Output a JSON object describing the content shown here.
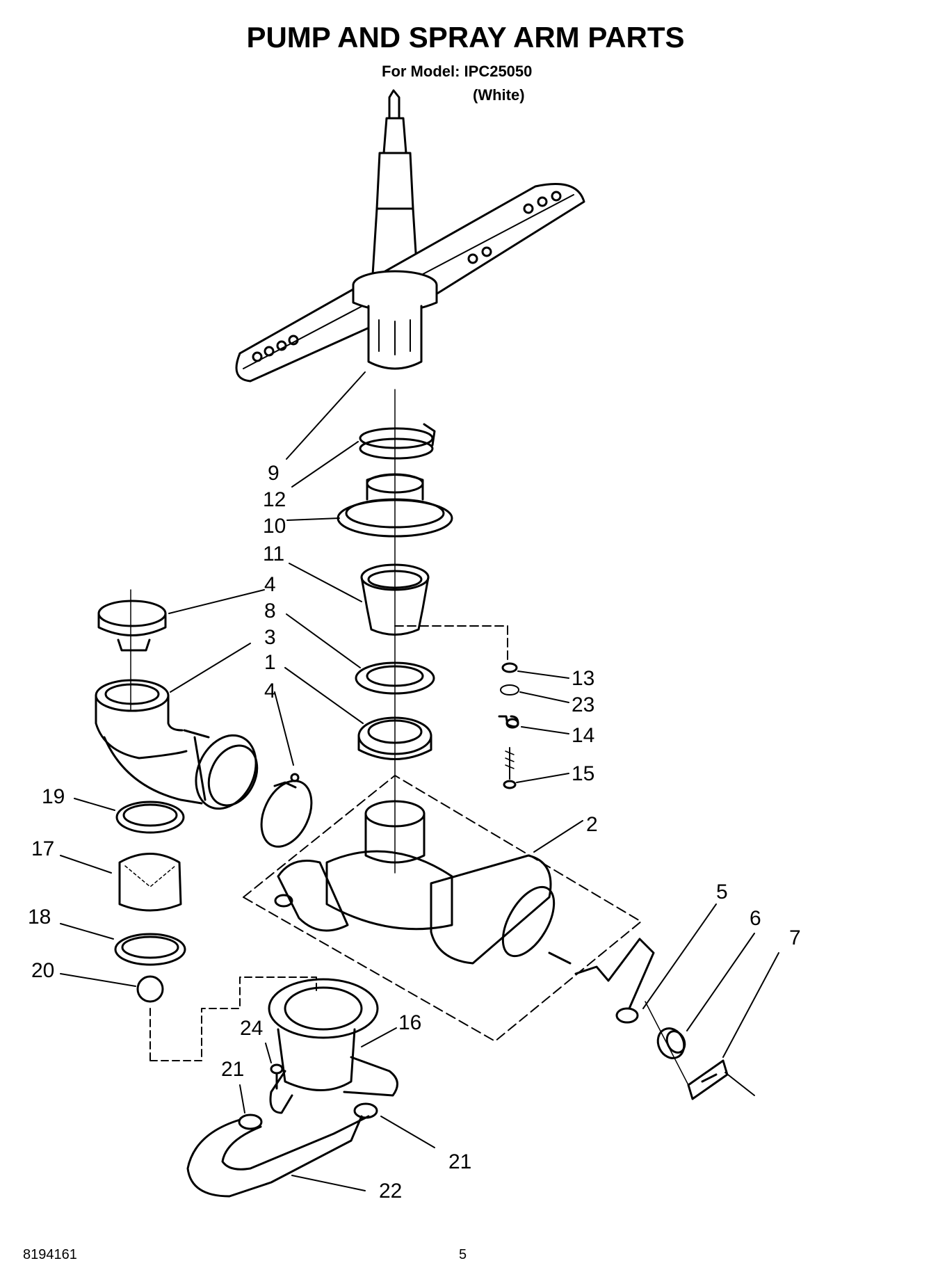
{
  "header": {
    "title": "PUMP AND SPRAY ARM PARTS",
    "model_line": "For Model: IPC25050",
    "color_line": "(White)"
  },
  "callouts": [
    "9",
    "12",
    "10",
    "11",
    "4",
    "8",
    "3",
    "1",
    "4",
    "13",
    "23",
    "14",
    "15",
    "19",
    "2",
    "17",
    "5",
    "6",
    "7",
    "18",
    "20",
    "16",
    "24",
    "21",
    "21",
    "22"
  ],
  "footer": {
    "doc_number": "8194161",
    "page_number": "5"
  }
}
